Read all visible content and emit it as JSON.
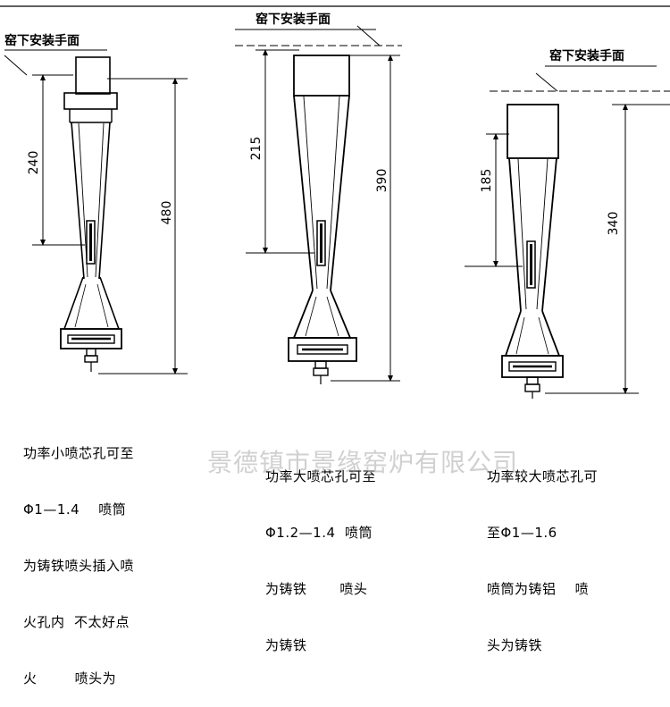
{
  "burners": [
    {
      "kiln_label": "窑下安装手面",
      "dim_short": "240",
      "dim_long": "480",
      "caption": [
        "功率小喷芯孔可至",
        "Φ1—1.4    喷筒",
        "为铸铁喷头插入喷",
        "火孔内  不太好点",
        "火        喷头为"
      ]
    },
    {
      "kiln_label": "窑下安装手面",
      "dim_short": "215",
      "dim_long": "390",
      "caption": [
        "功率大喷芯孔可至",
        "Φ1.2—1.4  喷筒",
        "为铸铁       喷头",
        "为铸铁"
      ]
    },
    {
      "kiln_label": "窑下安装手面",
      "dim_short": "185",
      "dim_long": "340",
      "caption": [
        "功率较大喷芯孔可",
        "至Φ1—1.6",
        "喷筒为铸铝    喷",
        "头为铸铁"
      ]
    }
  ],
  "watermark": "景德镇市景缘窑炉有限公司"
}
